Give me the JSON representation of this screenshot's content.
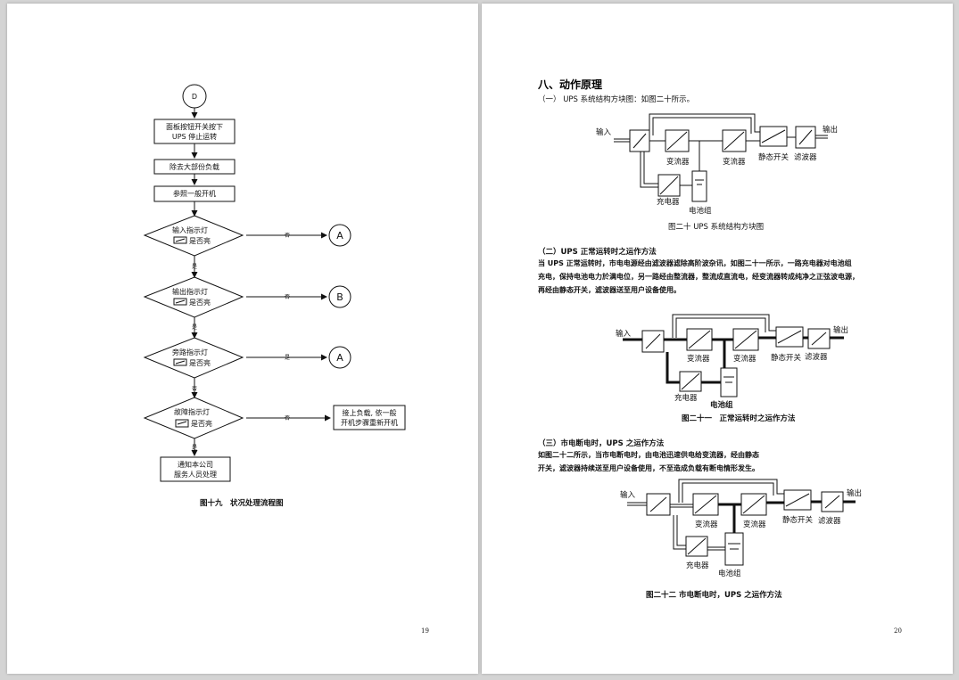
{
  "left_page": {
    "flow": {
      "start": "D",
      "step1": [
        "面板按钮开关按下",
        "UPS 停止运转"
      ],
      "step2": "除去大部份负载",
      "step3": "参照一般开机",
      "d1": [
        "输入指示灯",
        "是否亮"
      ],
      "d2": [
        "输出指示灯",
        "是否亮"
      ],
      "d3": [
        "旁路指示灯",
        "是否亮"
      ],
      "d4": [
        "故障指示灯",
        "是否亮"
      ],
      "end": [
        "通知本公司",
        "服务人员处理"
      ],
      "side": [
        "接上负载, 依一般",
        "开机步骤重新开机"
      ],
      "conn_a": "A",
      "conn_b": "B",
      "no": "否",
      "yes": "是"
    },
    "caption": "图十九　状况处理流程图",
    "page_number": "19"
  },
  "right_page": {
    "title": "八、动作原理",
    "sec1": "（一） UPS 系统结构方块图：如图二十所示。",
    "fig20_caption": "图二十 UPS 系统结构方块图",
    "sec2": "（二）UPS 正常运转时之运作方法",
    "sec2_body": [
      "当 UPS 正常运转时，市电电源经由滤波器滤除高阶波杂讯，如图二十一所示，一路充电器对电池组",
      "充电，保持电池电力於满电位，另一路经由整流器，整流成直流电，经变流器转成纯净之正弦波电源，",
      "再经由静态开关，滤波器送至用户设备使用。"
    ],
    "fig21_caption": "图二十一　正常运转时之运作方法",
    "sec3": "（三）市电断电时，UPS 之运作方法",
    "sec3_body": [
      "如图二十二所示，当市电断电时，由电池迅速供电给变流器，经由静态",
      "开关，滤波器持续送至用户设备使用，不至造成负载有断电情形发生。"
    ],
    "fig22_caption": "图二十二 市电断电时，UPS 之运作方法",
    "diagram_labels": {
      "input": "输入",
      "output": "输出",
      "converter": "变流器",
      "static_switch": "静态开关",
      "filter": "滤波器",
      "charger": "充电器",
      "battery": "电池组"
    },
    "page_number": "20"
  }
}
